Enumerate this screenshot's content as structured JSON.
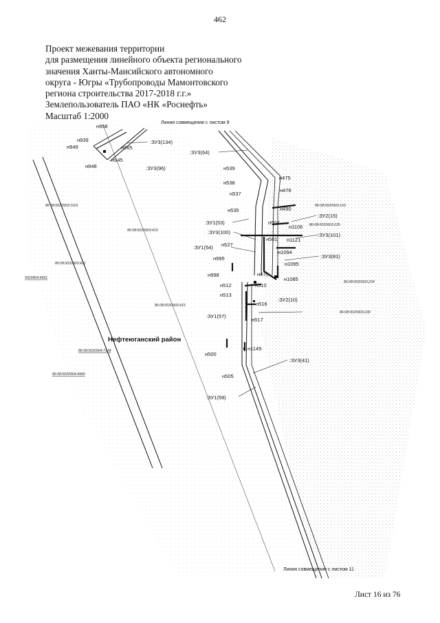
{
  "page_number": "462",
  "title_lines": [
    "Проект межевания территории",
    "для размещения линейного объекта регионального",
    "значения Ханты-Мансийского автономного",
    "округа - Югры «Трубопроводы Мамонтовского",
    "региона строительства 2017-2018 г.г.»",
    "Землепользователь ПАО «НК «Роснефть»",
    "Масштаб 1:2000"
  ],
  "map": {
    "district": "Нефтеюганский район",
    "line_top": "Линия совмещения с листом 9",
    "line_bottom": "Линия совмещения с листом 11",
    "parcels": {
      "zu3_134": ":ЗУ3(134)",
      "zu3_96": ":ЗУ3(96)",
      "zu3_64": ":ЗУ3(64)",
      "zu1_53": ":ЗУ1(53)",
      "zu3_100": ":ЗУ3(100)",
      "zu1_54": ":ЗУ1(54)",
      "zu2_15": ":ЗУ2(15)",
      "zu3_101": ":ЗУ3(101)",
      "zu3_81": ":ЗУ3(81)",
      "zu2_10": ":ЗУ2(10)",
      "zu1_57": ":ЗУ1(57)",
      "zu3_41": ":ЗУ3(41)",
      "zu1_59": ":ЗУ1(59)"
    },
    "points": {
      "n958": "н958",
      "n939": "н939",
      "n949": "н949",
      "n965": "н965",
      "n945": "н945",
      "n948": "н948",
      "n539": "н539",
      "n538": "н538",
      "n537": "н537",
      "n535": "н535",
      "n475": "н475",
      "n476": "н476",
      "n490": "н490",
      "n504": "н504",
      "n1106": "н1106",
      "n1121": "н1121",
      "n501": "н501",
      "n527": "н527",
      "n1094": "н1094",
      "n995": "н995",
      "n1095": "н1095",
      "n998": "н998",
      "n470": "н470",
      "n1085": "н1085",
      "n512": "н512",
      "n510": "н510",
      "n513": "н513",
      "n516": "н516",
      "n517": "н517",
      "n1149": "н1149",
      "n500": "н500",
      "n505": "н505"
    },
    "cadastral": {
      "c1601": "86:08:0020903:1601",
      "c163": "86:08:0020903:163",
      "c225": "86:08:0020903:225",
      "c415a": "86:08:0020903:415",
      "c421": "86:08:0020903:421",
      "c4991": "0020904:4991",
      "c224": "86:08:0020903:224",
      "c415b": "86:08:0020903:415",
      "c230": "86:08:0020903:230",
      "c134": "86:08:0020904:7134",
      "c4990": "86:08:0020904:4990"
    }
  },
  "footer": "Лист 16 из 76"
}
